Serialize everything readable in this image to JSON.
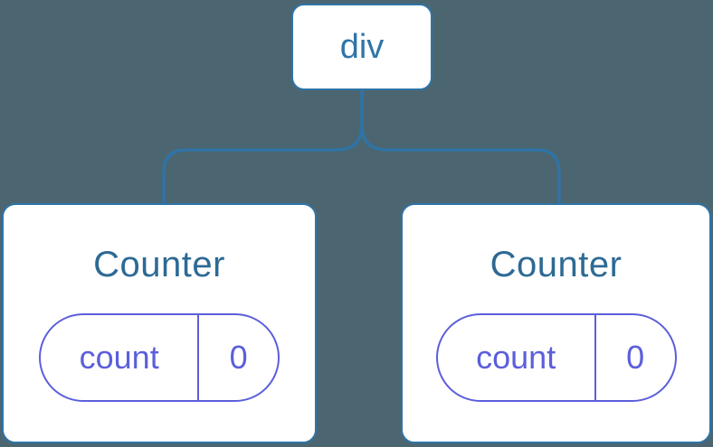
{
  "colors": {
    "background": "#4C6671",
    "line": "#2E74A8",
    "node-text": "#2F75A7",
    "component-title": "#2D6A94",
    "state": "#5B5FDB",
    "card-bg": "#FFFFFF"
  },
  "tree": {
    "root": {
      "label": "div"
    },
    "children": [
      {
        "name": "Counter",
        "state": {
          "key": "count",
          "value": "0"
        }
      },
      {
        "name": "Counter",
        "state": {
          "key": "count",
          "value": "0"
        }
      }
    ]
  }
}
